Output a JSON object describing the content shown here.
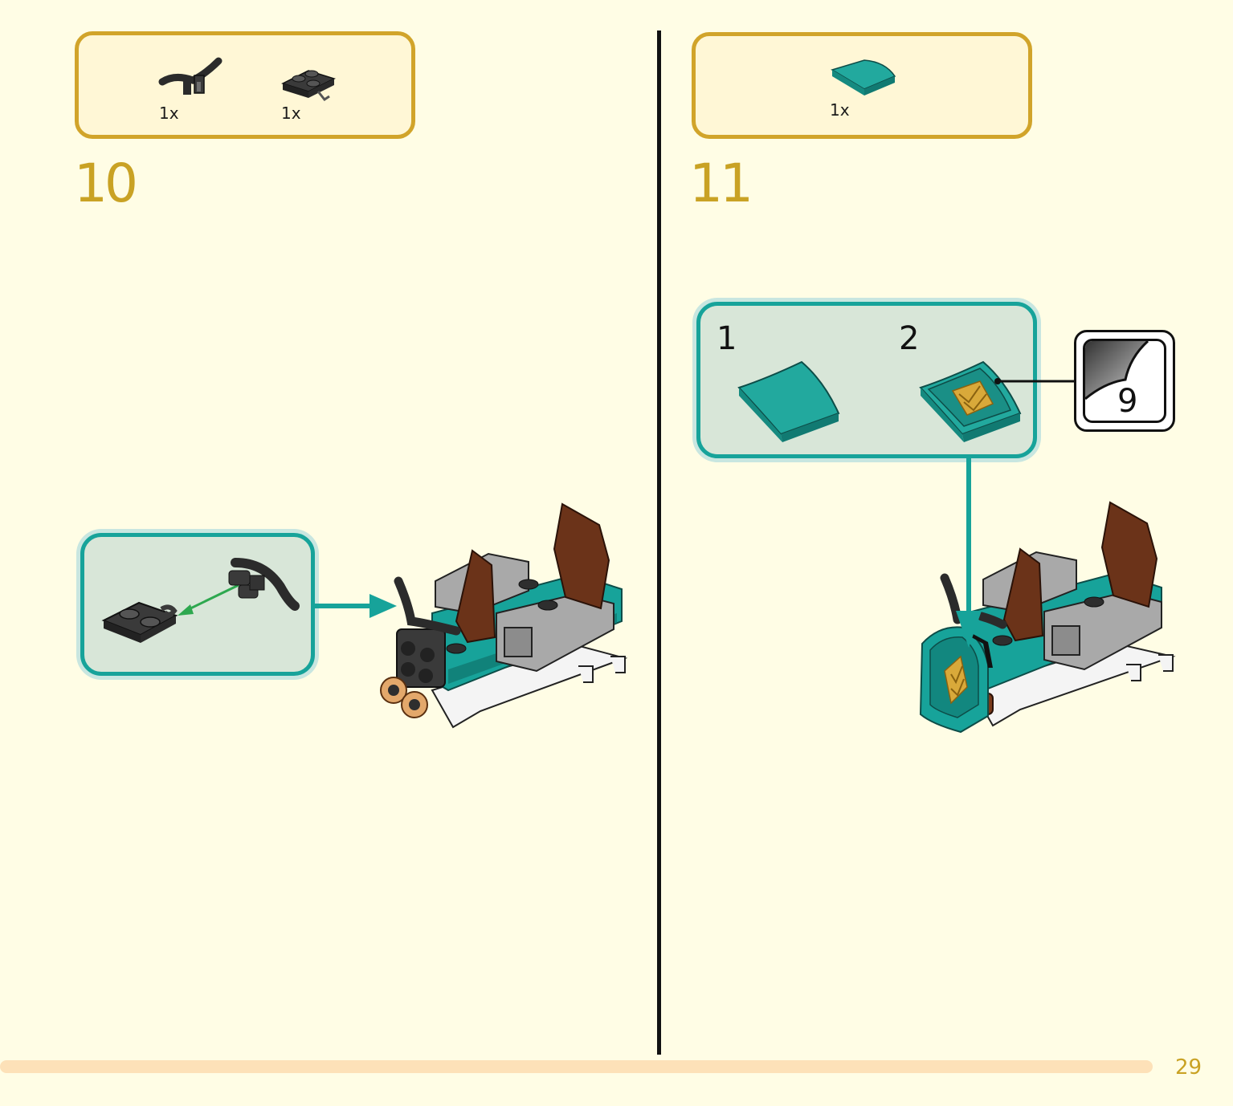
{
  "steps": [
    {
      "number": "10",
      "parts": [
        {
          "icon": "black-bar-with-clip-icon",
          "count": "1x"
        },
        {
          "icon": "black-plate-with-clip-icon",
          "count": "1x"
        }
      ]
    },
    {
      "number": "11",
      "parts": [
        {
          "icon": "teal-curved-slope-icon",
          "count": "1x"
        }
      ],
      "substeps": [
        "1",
        "2"
      ],
      "sticker": {
        "number": "9"
      }
    }
  ],
  "footer": {
    "page_number": "29"
  },
  "colors": {
    "gold": "#c9a224",
    "teal": "#17a39a",
    "brown": "#6b3319",
    "black_part": "#2e2e2e",
    "gray_part": "#a9a9a9",
    "progress": "#fde1b8"
  }
}
